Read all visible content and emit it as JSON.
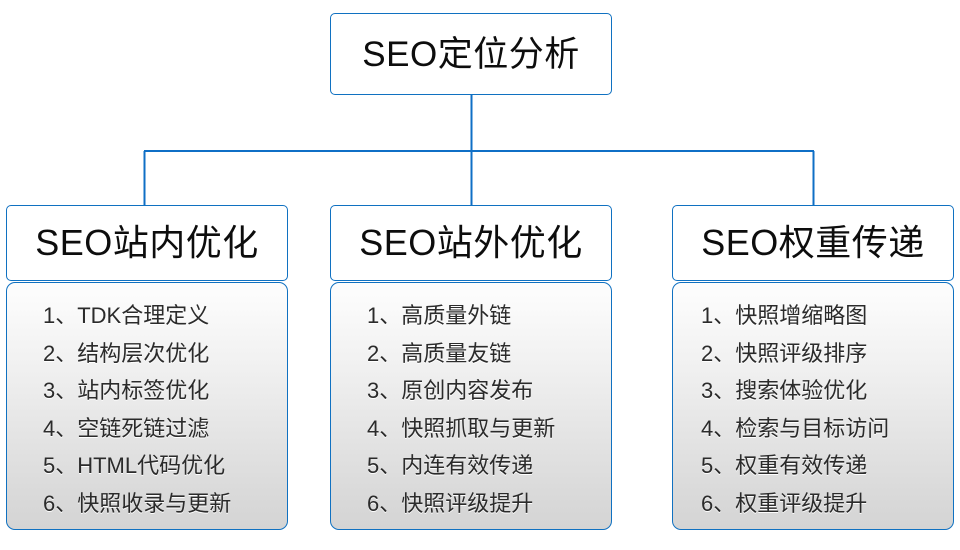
{
  "diagram": {
    "root": {
      "label": "SEO定位分析"
    },
    "accent_color": "#1071c1",
    "connector_color": "#0f6fc6",
    "body_text_color": "#2b2b2b",
    "columns": [
      {
        "header": "SEO站内优化",
        "items": [
          "1、TDK合理定义",
          "2、结构层次优化",
          "3、站内标签优化",
          "4、空链死链过滤",
          "5、HTML代码优化",
          "6、快照收录与更新"
        ]
      },
      {
        "header": "SEO站外优化",
        "items": [
          "1、高质量外链",
          "2、高质量友链",
          "3、原创内容发布",
          "4、快照抓取与更新",
          "5、内连有效传递",
          "6、快照评级提升"
        ]
      },
      {
        "header": "SEO权重传递",
        "items": [
          "1、快照增缩略图",
          "2、快照评级排序",
          "3、搜索体验优化",
          "4、检索与目标访问",
          "5、权重有效传递",
          "6、权重评级提升"
        ]
      }
    ]
  }
}
